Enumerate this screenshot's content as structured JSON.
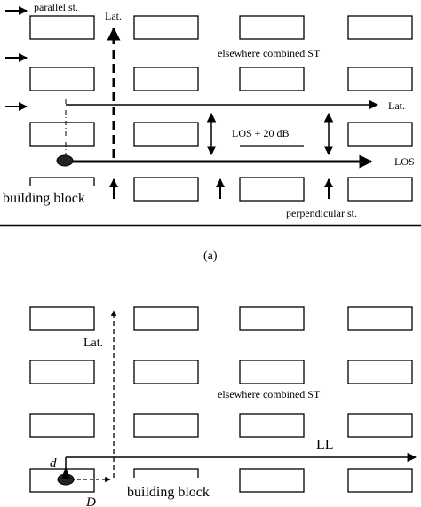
{
  "figure_a": {
    "parallel_street_label": "parallel st.",
    "lateral_top_label": "Lat.",
    "combined_st_label": "elsewhere combined ST",
    "lateral_right_label": "Lat.",
    "los_gain_label": "LOS + 20 dB",
    "los_label": "LOS",
    "building_block_label": "building block",
    "perpendicular_street_label": "perpendicular st.",
    "caption": "(a)"
  },
  "figure_b": {
    "lateral_label": "Lat.",
    "combined_st_label": "elsewhere combined ST",
    "ll_label": "LL",
    "d_small_label": "d",
    "d_large_label": "D",
    "building_block_label": "building block"
  }
}
